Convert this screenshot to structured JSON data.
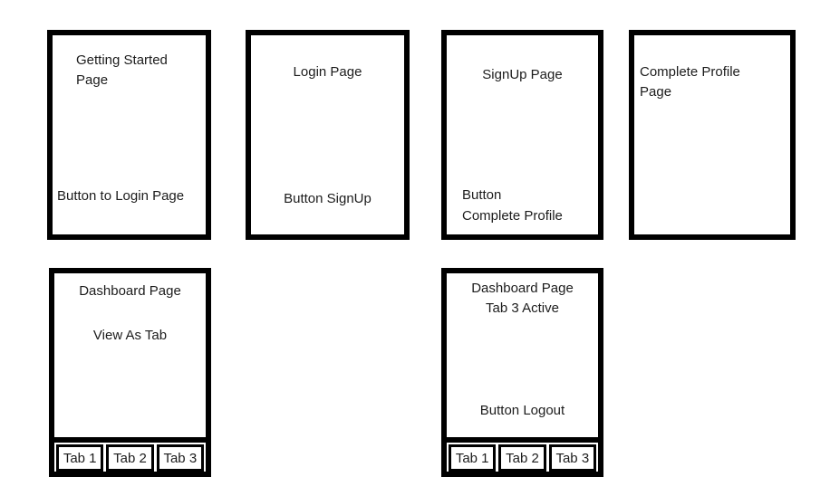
{
  "colors": {
    "background": "#ffffff",
    "frame_border": "#000000",
    "text": "#1c1c1c"
  },
  "diagram": {
    "type": "app-wireframe-flow",
    "frames": {
      "getting_started": {
        "title": "Getting Started\nPage",
        "button": "Button to Login Page"
      },
      "login": {
        "title": "Login Page",
        "button": "Button SignUp"
      },
      "signup": {
        "title": "SignUp Page",
        "button": "Button\nComplete Profile"
      },
      "complete_profile": {
        "title": "Complete Profile\nPage"
      },
      "dashboard": {
        "title": "Dashboard Page",
        "subtitle": "View As Tab",
        "tabs": [
          "Tab 1",
          "Tab 2",
          "Tab 3"
        ]
      },
      "dashboard_tab3": {
        "title": "Dashboard Page",
        "subtitle": "Tab 3 Active",
        "button": "Button Logout",
        "tabs": [
          "Tab 1",
          "Tab 2",
          "Tab 3"
        ]
      }
    }
  }
}
